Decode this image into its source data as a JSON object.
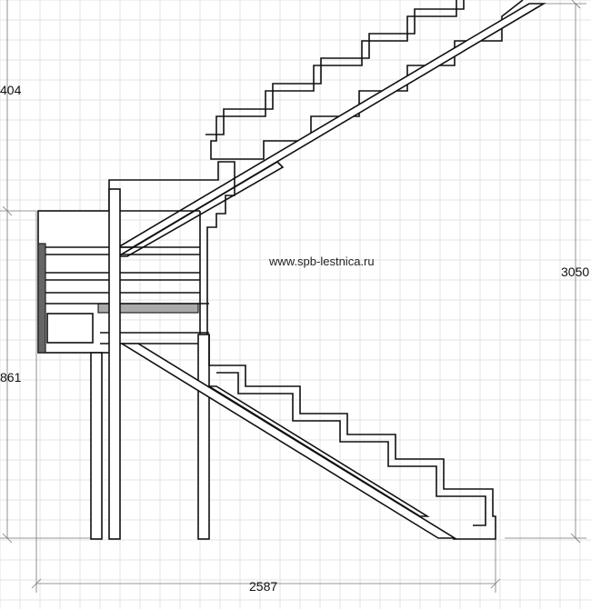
{
  "watermark": "www.spb-lestnica.ru",
  "dimensions": {
    "upper_left": "404",
    "lower_left": "861",
    "total_height": "3050",
    "total_width": "2587"
  },
  "colors": {
    "line": "#111111",
    "grid": "#e3e3e3",
    "dim_line": "#777777",
    "dark_panel": "#666666",
    "mid_panel": "#aaaaaa"
  }
}
